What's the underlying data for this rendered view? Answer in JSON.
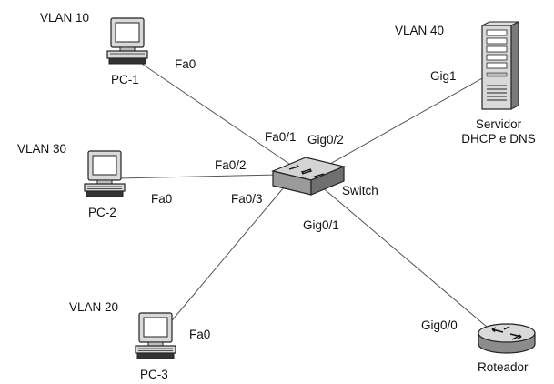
{
  "vlans": {
    "pc1": "VLAN 10",
    "pc2": "VLAN 30",
    "pc3": "VLAN 20",
    "server": "VLAN 40"
  },
  "devices": {
    "pc1": "PC-1",
    "pc2": "PC-2",
    "pc3": "PC-3",
    "switch": "Switch",
    "server_line1": "Servidor",
    "server_line2": "DHCP e DNS",
    "router": "Roteador"
  },
  "ports": {
    "pc1_side": "Fa0",
    "pc2_side": "Fa0",
    "pc3_side": "Fa0",
    "server_side": "Gig1",
    "router_side": "Gig0/0",
    "switch_pc1": "Fa0/1",
    "switch_pc2": "Fa0/2",
    "switch_pc3": "Fa0/3",
    "switch_server": "Gig0/2",
    "switch_router": "Gig0/1"
  },
  "icons": {
    "pc": "desktop-computer-icon",
    "switch": "network-switch-icon",
    "server": "tower-server-icon",
    "router": "router-icon"
  },
  "colors": {
    "line": "#555555",
    "device_fill": "#d9d9d9",
    "device_dark": "#8c8c8c",
    "outline": "#222222"
  }
}
